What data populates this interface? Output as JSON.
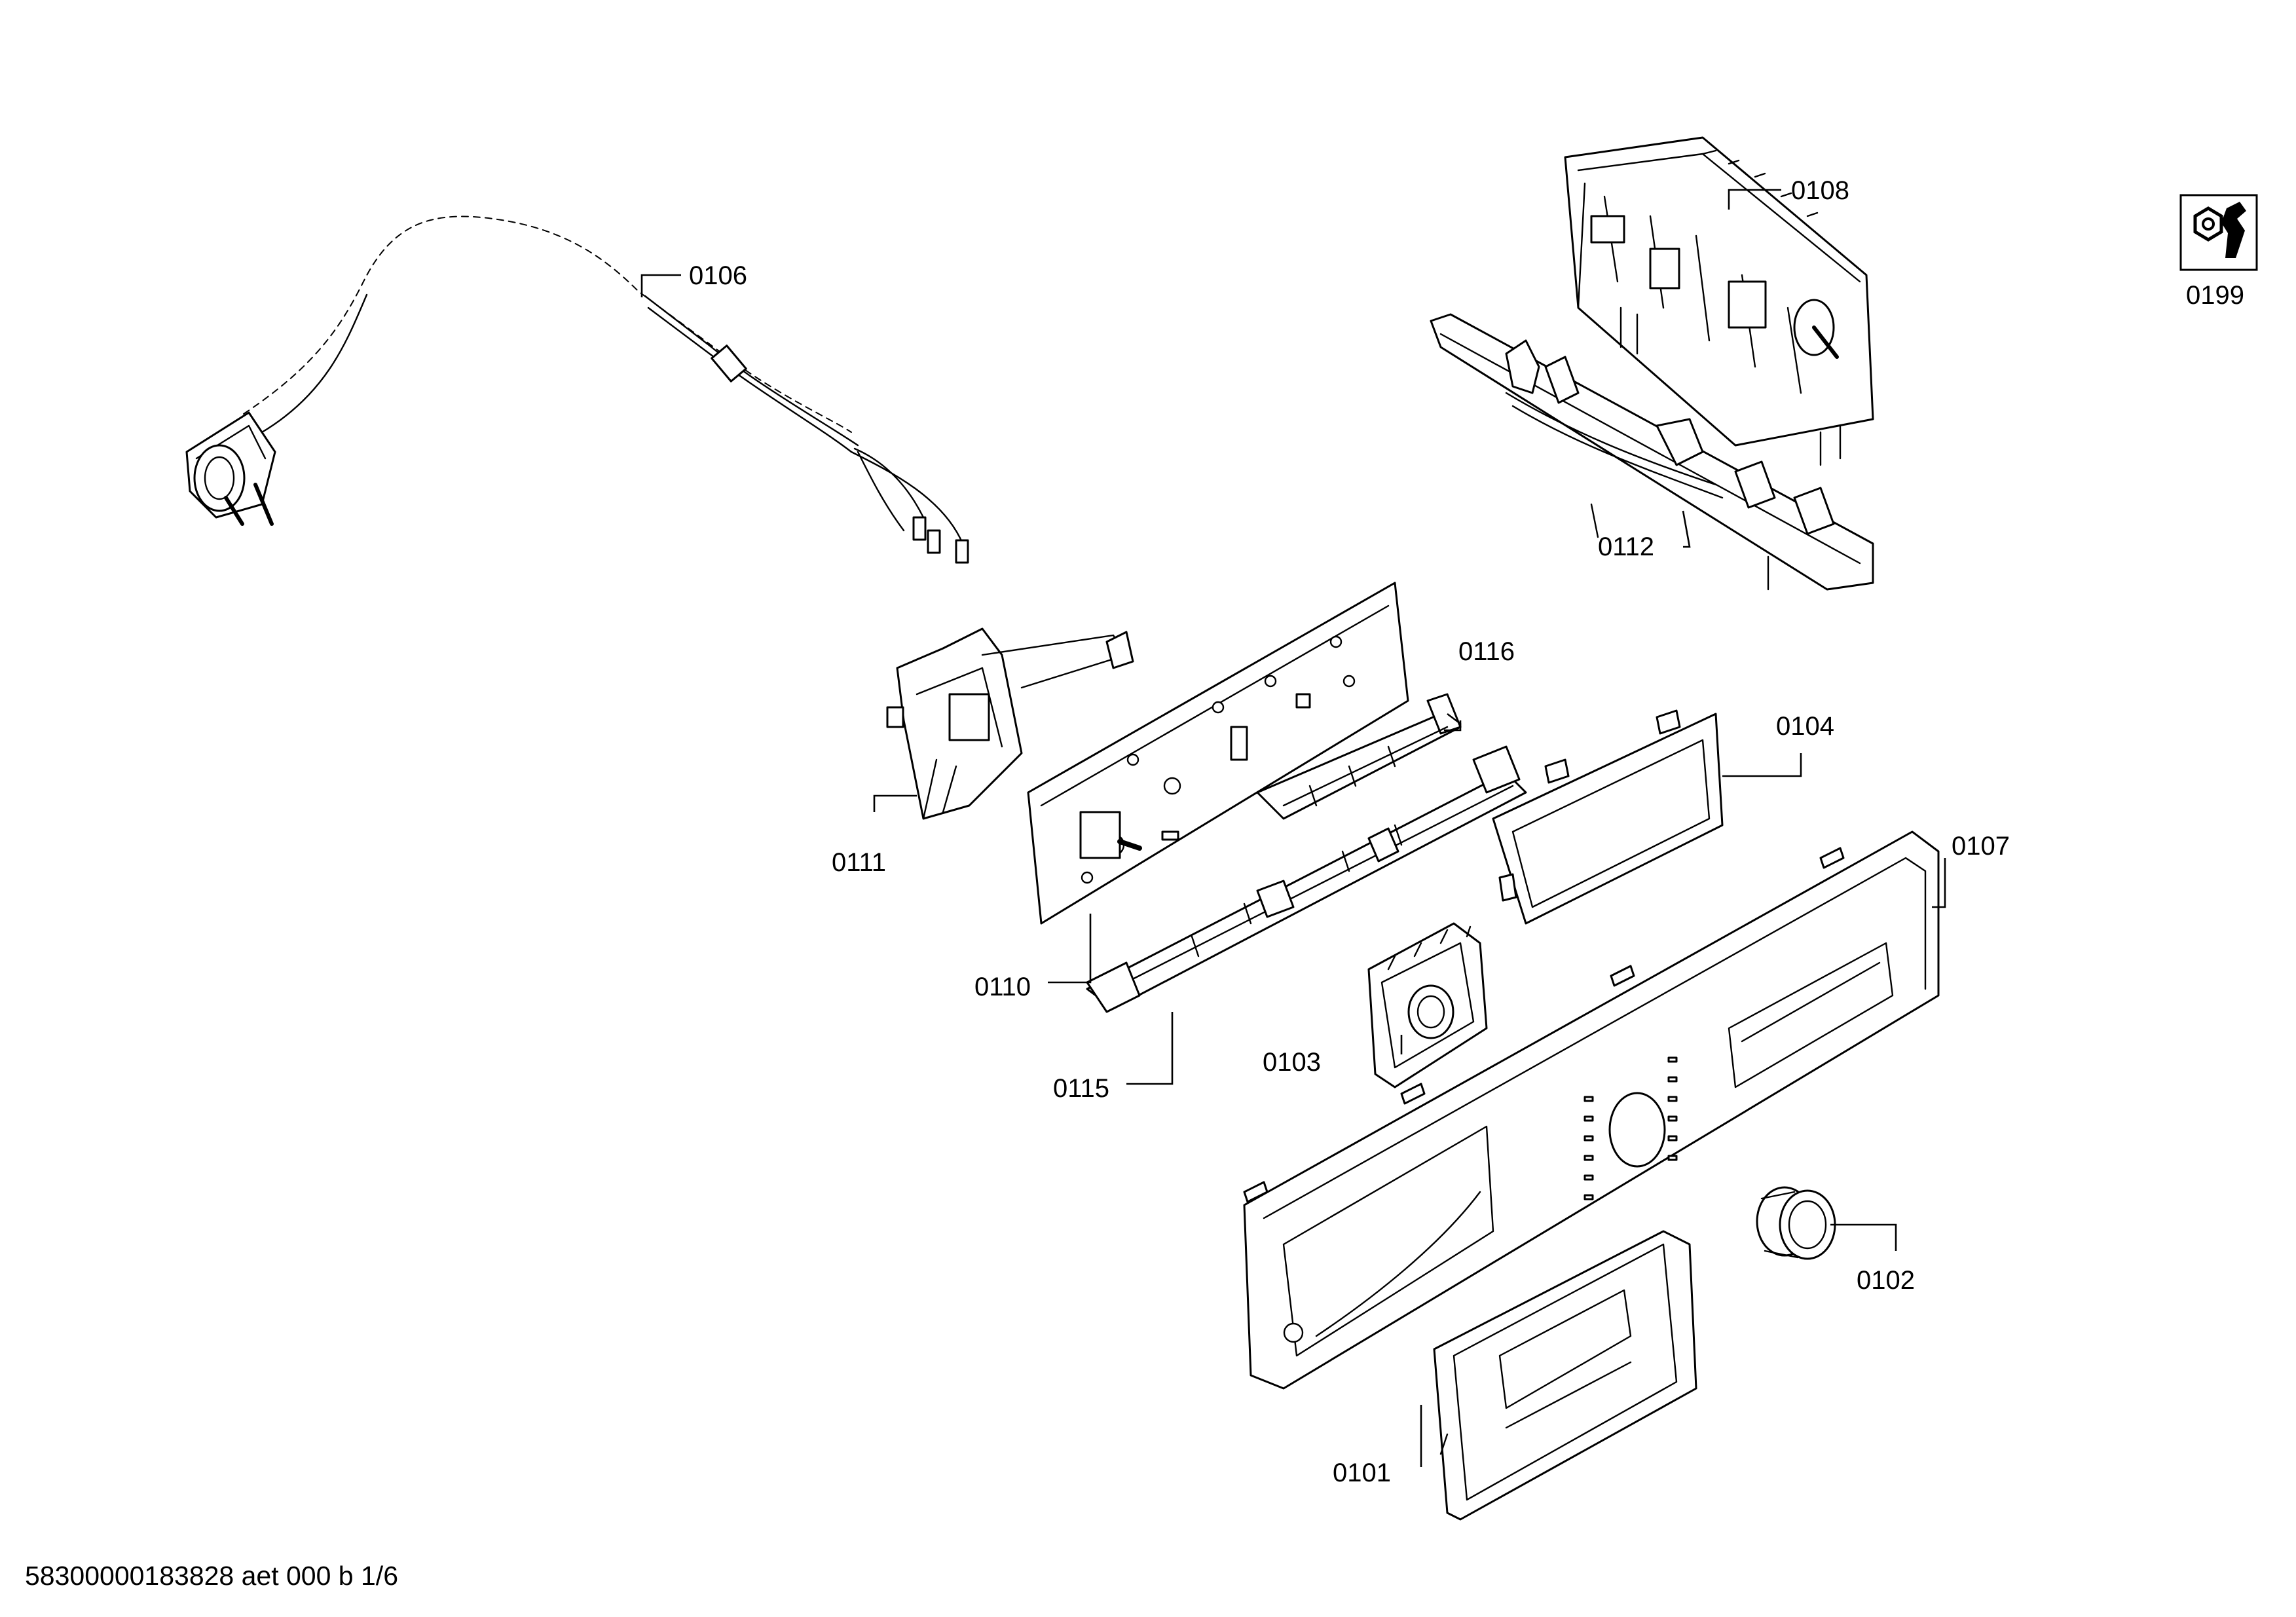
{
  "diagram": {
    "callouts": [
      {
        "id": "0106",
        "label": "0106"
      },
      {
        "id": "0108",
        "label": "0108"
      },
      {
        "id": "0112",
        "label": "0112"
      },
      {
        "id": "0116",
        "label": "0116"
      },
      {
        "id": "0104",
        "label": "0104"
      },
      {
        "id": "0107",
        "label": "0107"
      },
      {
        "id": "0111",
        "label": "0111"
      },
      {
        "id": "0110",
        "label": "0110"
      },
      {
        "id": "0115",
        "label": "0115"
      },
      {
        "id": "0103",
        "label": "0103"
      },
      {
        "id": "0102",
        "label": "0102"
      },
      {
        "id": "0101",
        "label": "0101"
      },
      {
        "id": "0199",
        "label": "0199"
      }
    ],
    "service_icon": "wrench-nut-icon"
  },
  "footer": {
    "document_code": "58300000183828 aet 000 b 1/6"
  }
}
